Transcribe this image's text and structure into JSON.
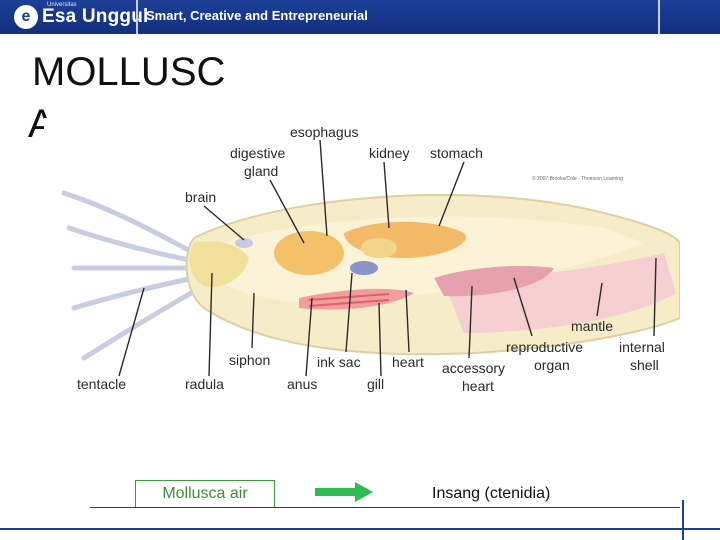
{
  "header": {
    "logo_small": "Universitas",
    "logo_text": "Esa Unggul",
    "tagline": "Smart, Creative and Entrepreneurial",
    "colors": {
      "bar": "#1d3f97"
    }
  },
  "slide": {
    "title": "MOLLUSC",
    "title_second_line": "A"
  },
  "diagram": {
    "labels": {
      "esophagus": "esophagus",
      "digestive": "digestive",
      "gland": "gland",
      "kidney": "kidney",
      "stomach": "stomach",
      "brain": "brain",
      "copyright": "© 2007 Brooks/Cole - Thomson Learning",
      "mantle": "mantle",
      "reproductive": "reproductive",
      "organ": "organ",
      "internal": "internal",
      "shell": "shell",
      "siphon": "siphon",
      "ink_sac": "ink sac",
      "heart": "heart",
      "accessory": "accessory",
      "accessory_heart": "heart",
      "tentacle": "tentacle",
      "radula": "radula",
      "anus": "anus",
      "gill": "gill"
    }
  },
  "bottom": {
    "left_label": "Mollusca air",
    "right_text": "Insang (ctenidia)",
    "arrow_color": "#2ebd4f"
  }
}
